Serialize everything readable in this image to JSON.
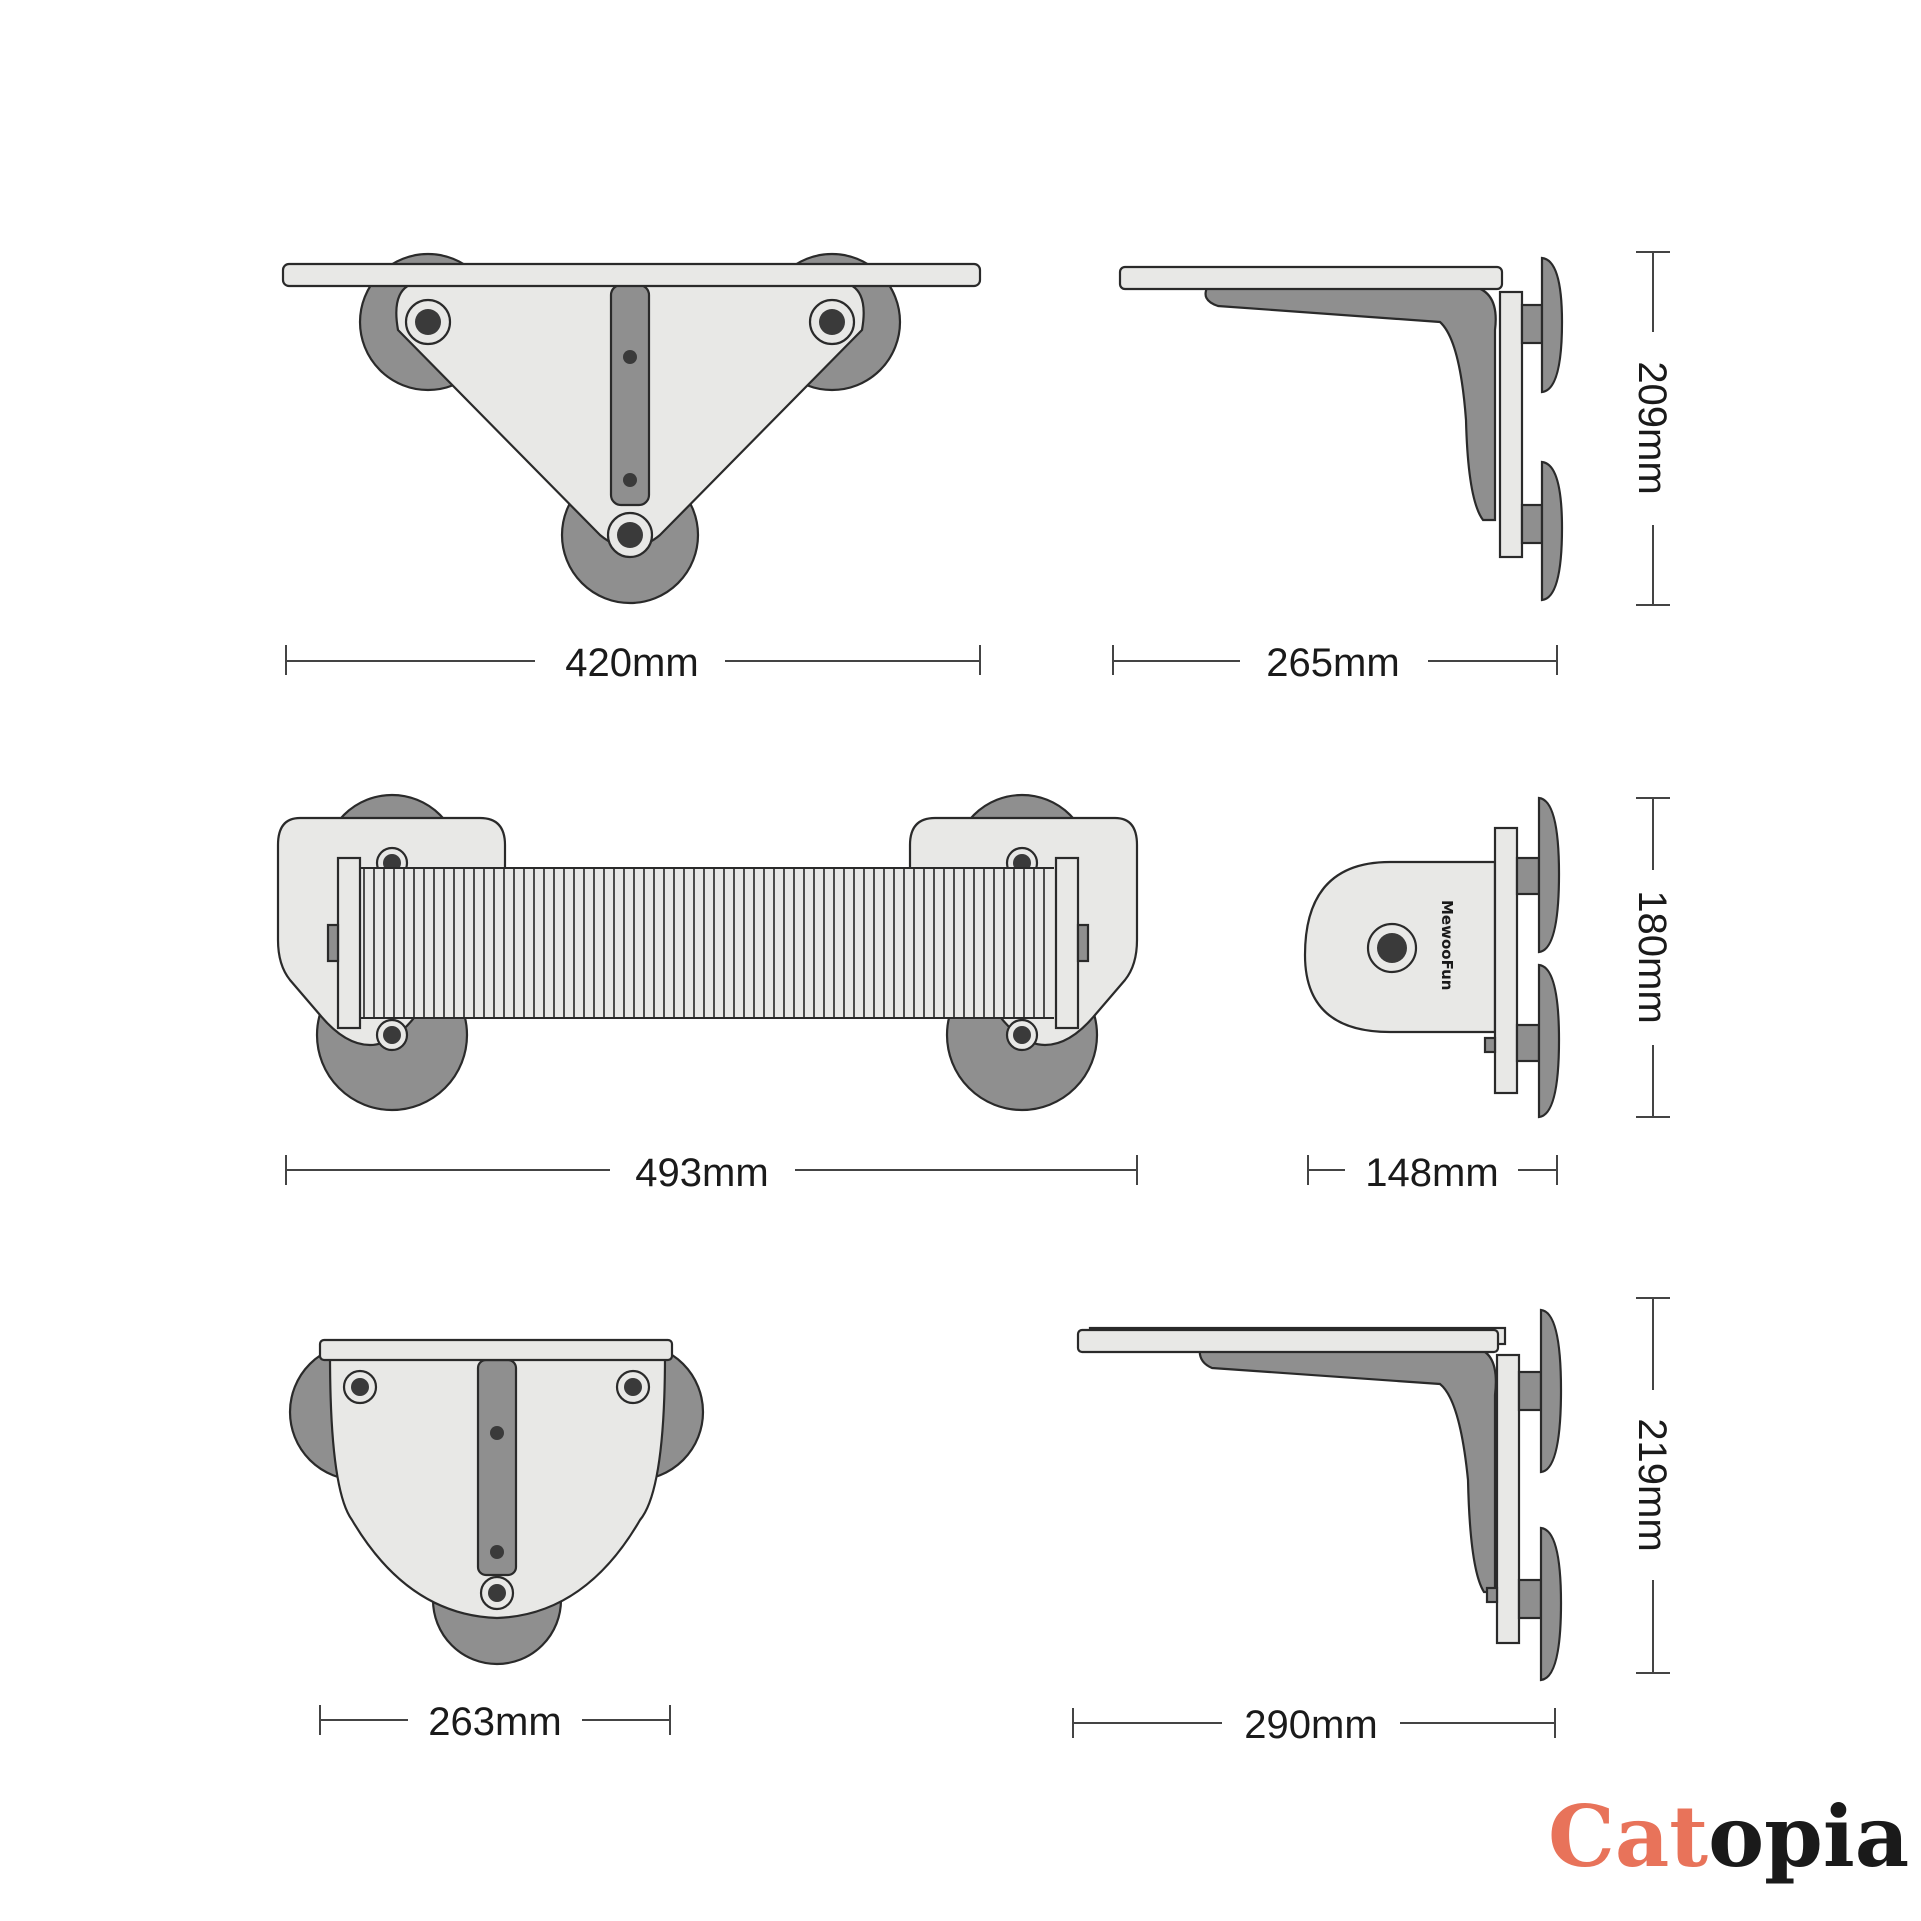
{
  "dimensions": {
    "view1_width": "420mm",
    "view2_width": "265mm",
    "view2_height": "209mm",
    "view3_width": "493mm",
    "view4_width": "148mm",
    "view4_height": "180mm",
    "view5_width": "263mm",
    "view6_width": "290mm",
    "view6_height": "219mm"
  },
  "product_logo_text": "MewooFun",
  "brand": {
    "part1": "Cat",
    "part2": "opia",
    "color_part1": "#e8735a",
    "color_part2": "#1a1a1a"
  }
}
